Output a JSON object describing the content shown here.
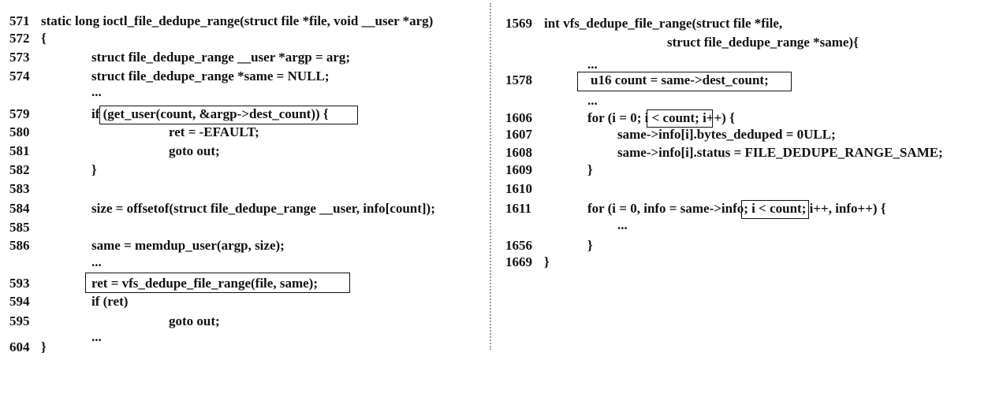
{
  "left": {
    "lines": [
      {
        "num": "571",
        "code": "static long ioctl_file_dedupe_range(struct file *file, void __user *arg)"
      },
      {
        "num": "572",
        "code": "{"
      },
      {
        "num": "573",
        "code": "struct file_dedupe_range __user *argp = arg;"
      },
      {
        "num": "574",
        "code": "struct file_dedupe_range *same = NULL;"
      },
      {
        "num": "",
        "code": "..."
      },
      {
        "num": "579",
        "code": "if (get_user(count, &argp->dest_count)) {"
      },
      {
        "num": "580",
        "code": "ret = -EFAULT;"
      },
      {
        "num": "581",
        "code": "goto out;"
      },
      {
        "num": "582",
        "code": "}"
      },
      {
        "num": "583",
        "code": ""
      },
      {
        "num": "584",
        "code": "size = offsetof(struct file_dedupe_range __user, info[count]);"
      },
      {
        "num": "585",
        "code": ""
      },
      {
        "num": "586",
        "code": "same = memdup_user(argp, size);"
      },
      {
        "num": "",
        "code": "..."
      },
      {
        "num": "593",
        "code": "ret = vfs_dedupe_file_range(file, same);"
      },
      {
        "num": "594",
        "code": "if (ret)"
      },
      {
        "num": "595",
        "code": "goto out;"
      },
      {
        "num": "",
        "code": "..."
      },
      {
        "num": "604",
        "code": "}"
      }
    ]
  },
  "right": {
    "lines": [
      {
        "num": "1569",
        "code": "int vfs_dedupe_file_range(struct file *file,"
      },
      {
        "num": "",
        "code": "struct file_dedupe_range *same){"
      },
      {
        "num": "",
        "code": "..."
      },
      {
        "num": "1578",
        "code": "u16 count = same->dest_count;"
      },
      {
        "num": "",
        "code": "..."
      },
      {
        "num": "1606",
        "code": "for (i = 0; i < count; i++) {"
      },
      {
        "num": "1607",
        "code": "same->info[i].bytes_deduped = 0ULL;"
      },
      {
        "num": "1608",
        "code": "same->info[i].status = FILE_DEDUPE_RANGE_SAME;"
      },
      {
        "num": "1609",
        "code": "}"
      },
      {
        "num": "1610",
        "code": ""
      },
      {
        "num": "1611",
        "code": "for (i = 0, info = same->info; i < count; i++, info++) {"
      },
      {
        "num": "",
        "code": "..."
      },
      {
        "num": "1656",
        "code": "}"
      },
      {
        "num": "1669",
        "code": "}"
      }
    ]
  }
}
